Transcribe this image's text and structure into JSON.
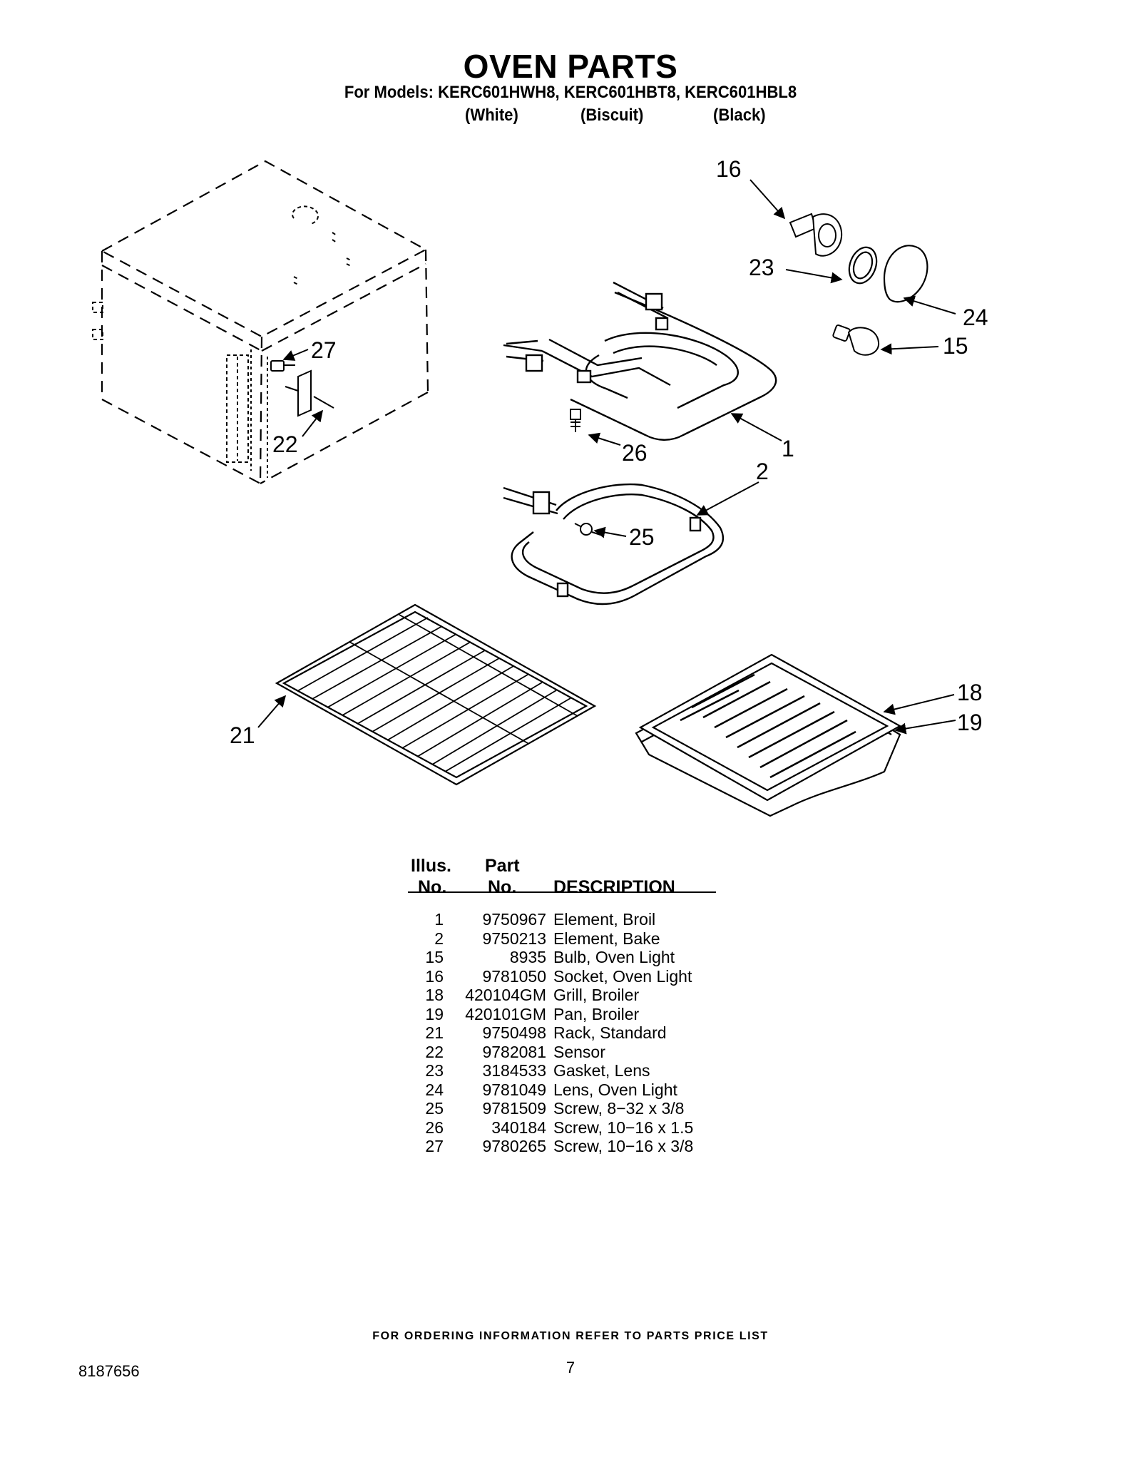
{
  "header": {
    "title": "OVEN PARTS",
    "models": "For Models: KERC601HWH8, KERC601HBT8, KERC601HBL8",
    "colors": [
      "(White)",
      "(Biscuit)",
      "(Black)"
    ]
  },
  "diagram": {
    "callouts": [
      "16",
      "23",
      "24",
      "15",
      "27",
      "22",
      "26",
      "1",
      "2",
      "25",
      "18",
      "19",
      "21"
    ]
  },
  "table": {
    "headers": {
      "illus_top": "Illus.",
      "illus_bottom": "No.",
      "part_top": "Part",
      "part_bottom": "No.",
      "description": "DESCRIPTION"
    },
    "rows": [
      {
        "illus": "1",
        "part": "9750967",
        "desc": "Element, Broil"
      },
      {
        "illus": "2",
        "part": "9750213",
        "desc": "Element, Bake"
      },
      {
        "illus": "15",
        "part": "8935",
        "desc": "Bulb, Oven Light"
      },
      {
        "illus": "16",
        "part": "9781050",
        "desc": "Socket, Oven Light"
      },
      {
        "illus": "18",
        "part": "420104GM",
        "desc": "Grill, Broiler"
      },
      {
        "illus": "19",
        "part": "420101GM",
        "desc": "Pan, Broiler"
      },
      {
        "illus": "21",
        "part": "9750498",
        "desc": "Rack, Standard"
      },
      {
        "illus": "22",
        "part": "9782081",
        "desc": "Sensor"
      },
      {
        "illus": "23",
        "part": "3184533",
        "desc": "Gasket, Lens"
      },
      {
        "illus": "24",
        "part": "9781049",
        "desc": "Lens, Oven Light"
      },
      {
        "illus": "25",
        "part": "9781509",
        "desc": "Screw, 8−32 x 3/8"
      },
      {
        "illus": "26",
        "part": "340184",
        "desc": "Screw, 10−16 x 1.5"
      },
      {
        "illus": "27",
        "part": "9780265",
        "desc": "Screw, 10−16 x 3/8"
      }
    ]
  },
  "footer": {
    "ordering": "FOR ORDERING INFORMATION REFER TO PARTS PRICE LIST",
    "doc_number": "8187656",
    "page_number": "7"
  }
}
